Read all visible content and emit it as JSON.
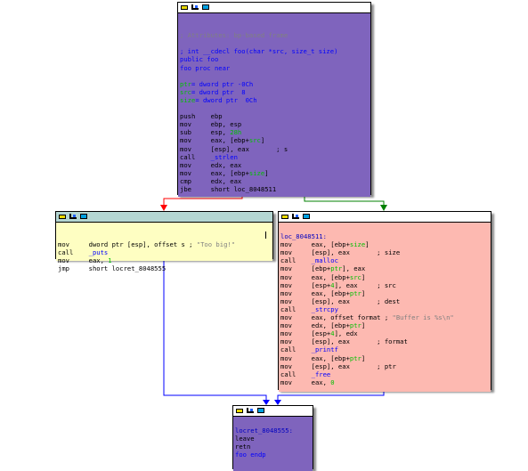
{
  "colors": {
    "node_purple": "#7f64bd",
    "node_yellow": "#fefec2",
    "node_pink": "#fdb9b1",
    "edge_false": "#ff0000",
    "edge_true": "#008000",
    "edge_uncond": "#0000ff",
    "header_teal": "#b4d6d2"
  },
  "toolbar_icons": [
    "graph-icon",
    "chart-icon",
    "overview-icon"
  ],
  "node1": {
    "lines": [
      [
        {
          "t": ""
        }
      ],
      [
        {
          "t": ""
        }
      ],
      [
        {
          "t": "; Attributes: bp-based frame",
          "c": "grey"
        }
      ],
      [
        {
          "t": ""
        }
      ],
      [
        {
          "t": "; int __cdecl foo(char *src, size_t size)",
          "c": "blue"
        }
      ],
      [
        {
          "t": "public foo",
          "c": "blue"
        }
      ],
      [
        {
          "t": "foo proc near",
          "c": "blue"
        }
      ],
      [
        {
          "t": ""
        }
      ],
      [
        {
          "t": "ptr",
          "c": "green"
        },
        {
          "t": "= dword ptr -0Ch",
          "c": "blue"
        }
      ],
      [
        {
          "t": "src",
          "c": "green"
        },
        {
          "t": "= dword ptr  8",
          "c": "blue"
        }
      ],
      [
        {
          "t": "size",
          "c": "green"
        },
        {
          "t": "= dword ptr  0Ch",
          "c": "blue"
        }
      ],
      [
        {
          "t": ""
        }
      ],
      [
        {
          "t": "push    ebp"
        }
      ],
      [
        {
          "t": "mov     ebp, esp"
        }
      ],
      [
        {
          "t": "sub     esp, "
        },
        {
          "t": "28h",
          "c": "green"
        }
      ],
      [
        {
          "t": "mov     eax, [ebp+"
        },
        {
          "t": "src",
          "c": "green"
        },
        {
          "t": "]"
        }
      ],
      [
        {
          "t": "mov     [esp], eax       ; s"
        }
      ],
      [
        {
          "t": "call    "
        },
        {
          "t": "_strlen",
          "c": "blue"
        }
      ],
      [
        {
          "t": "mov     edx, eax"
        }
      ],
      [
        {
          "t": "mov     eax, [ebp+"
        },
        {
          "t": "size",
          "c": "green"
        },
        {
          "t": "]"
        }
      ],
      [
        {
          "t": "cmp     edx, eax"
        }
      ],
      [
        {
          "t": "jbe     short loc_8048511"
        }
      ]
    ]
  },
  "node2": {
    "lines": [
      [
        {
          "t": "mov     dword ptr [esp], offset s ; "
        },
        {
          "t": "\"Too big!\"",
          "c": "grey"
        }
      ],
      [
        {
          "t": "call    "
        },
        {
          "t": "_puts",
          "c": "blue"
        }
      ],
      [
        {
          "t": "mov     eax, "
        },
        {
          "t": "1",
          "c": "green"
        }
      ],
      [
        {
          "t": "jmp     short locret_8048555"
        }
      ]
    ]
  },
  "node3": {
    "lines": [
      [
        {
          "t": ""
        }
      ],
      [
        {
          "t": "loc_8048511:",
          "c": "lbl"
        }
      ],
      [
        {
          "t": "mov     eax, [ebp+"
        },
        {
          "t": "size",
          "c": "green"
        },
        {
          "t": "]"
        }
      ],
      [
        {
          "t": "mov     [esp], eax       ; size"
        }
      ],
      [
        {
          "t": "call    "
        },
        {
          "t": "_malloc",
          "c": "blue"
        }
      ],
      [
        {
          "t": "mov     [ebp+"
        },
        {
          "t": "ptr",
          "c": "green"
        },
        {
          "t": "], eax"
        }
      ],
      [
        {
          "t": "mov     eax, [ebp+"
        },
        {
          "t": "src",
          "c": "green"
        },
        {
          "t": "]"
        }
      ],
      [
        {
          "t": "mov     [esp+"
        },
        {
          "t": "4",
          "c": "green"
        },
        {
          "t": "], eax     ; src"
        }
      ],
      [
        {
          "t": "mov     eax, [ebp+"
        },
        {
          "t": "ptr",
          "c": "green"
        },
        {
          "t": "]"
        }
      ],
      [
        {
          "t": "mov     [esp], eax       ; dest"
        }
      ],
      [
        {
          "t": "call    "
        },
        {
          "t": "_strcpy",
          "c": "blue"
        }
      ],
      [
        {
          "t": "mov     eax, offset format ; "
        },
        {
          "t": "\"Buffer is %s\\n\"",
          "c": "grey"
        }
      ],
      [
        {
          "t": "mov     edx, [ebp+"
        },
        {
          "t": "ptr",
          "c": "green"
        },
        {
          "t": "]"
        }
      ],
      [
        {
          "t": "mov     [esp+"
        },
        {
          "t": "4",
          "c": "green"
        },
        {
          "t": "], edx"
        }
      ],
      [
        {
          "t": "mov     [esp], eax       ; format"
        }
      ],
      [
        {
          "t": "call    "
        },
        {
          "t": "_printf",
          "c": "blue"
        }
      ],
      [
        {
          "t": "mov     eax, [ebp+"
        },
        {
          "t": "ptr",
          "c": "green"
        },
        {
          "t": "]"
        }
      ],
      [
        {
          "t": "mov     [esp], eax       ; ptr"
        }
      ],
      [
        {
          "t": "call    "
        },
        {
          "t": "_free",
          "c": "blue"
        }
      ],
      [
        {
          "t": "mov     eax, "
        },
        {
          "t": "0",
          "c": "green"
        }
      ]
    ]
  },
  "node4": {
    "lines": [
      [
        {
          "t": ""
        }
      ],
      [
        {
          "t": "locret_8048555:",
          "c": "lbl"
        }
      ],
      [
        {
          "t": "leave"
        }
      ],
      [
        {
          "t": "retn"
        }
      ],
      [
        {
          "t": "foo endp",
          "c": "blue"
        }
      ]
    ]
  }
}
